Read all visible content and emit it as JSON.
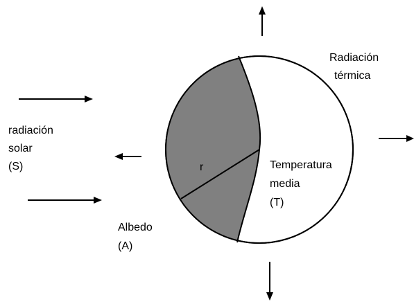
{
  "labels": {
    "solar_line1": "radiación",
    "solar_line2": "solar",
    "solar_line3": "(S)",
    "albedo_line1": "Albedo",
    "albedo_line2": "(A)",
    "thermal_line1": "Radiación",
    "thermal_line2": "térmica",
    "temp_line1": "Temperatura",
    "temp_line2": "media",
    "temp_line3": "(T)",
    "radius": "r"
  },
  "colors": {
    "line": "#000000",
    "shaded": "#808080",
    "background": "#ffffff"
  }
}
